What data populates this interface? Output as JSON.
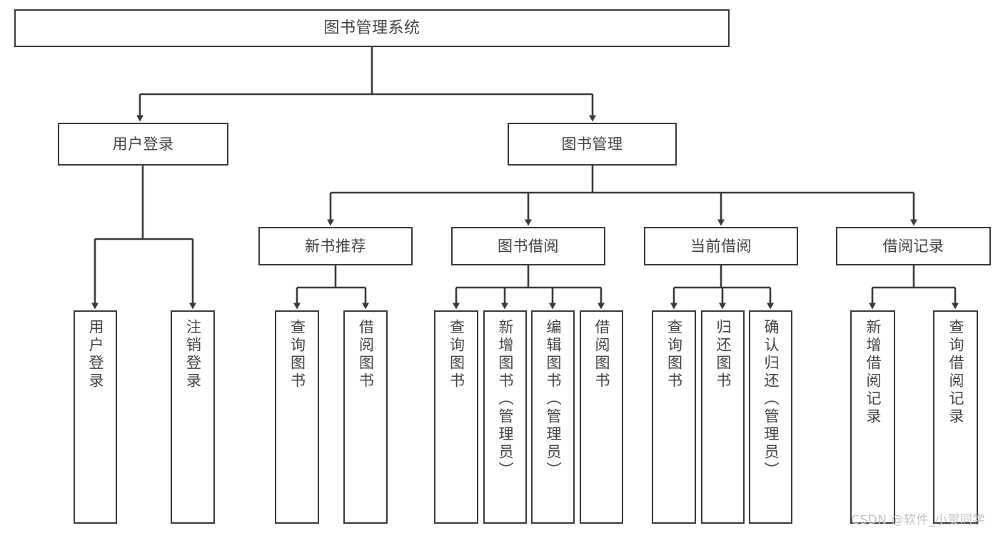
{
  "diagram": {
    "title": "图书管理系统",
    "watermark": "CSDN @软件_小贺同学",
    "stroke_color": "#3a3a3a",
    "text_color": "#434343",
    "background_color": "#ffffff",
    "watermark_color": "#c2c2c2",
    "nodes": {
      "root": {
        "label": "图书管理系统"
      },
      "tier1": [
        {
          "label": "用户登录"
        },
        {
          "label": "图书管理"
        }
      ],
      "tier2": [
        {
          "label": "新书推荐"
        },
        {
          "label": "图书借阅"
        },
        {
          "label": "当前借阅"
        },
        {
          "label": "借阅记录"
        }
      ],
      "leaves_user_login": [
        {
          "label": "用户登录"
        },
        {
          "label": "注销登录"
        }
      ],
      "leaves_new_book": [
        {
          "label": "查询图书"
        },
        {
          "label": "借阅图书"
        }
      ],
      "leaves_borrow": [
        {
          "label": "查询图书"
        },
        {
          "label": "新增图书（管理员）"
        },
        {
          "label": "编辑图书（管理员）"
        },
        {
          "label": "借阅图书"
        }
      ],
      "leaves_current": [
        {
          "label": "查询图书"
        },
        {
          "label": "归还图书"
        },
        {
          "label": "确认归还（管理员）"
        }
      ],
      "leaves_records": [
        {
          "label": "新增借阅记录"
        },
        {
          "label": "查询借阅记录"
        }
      ]
    }
  }
}
